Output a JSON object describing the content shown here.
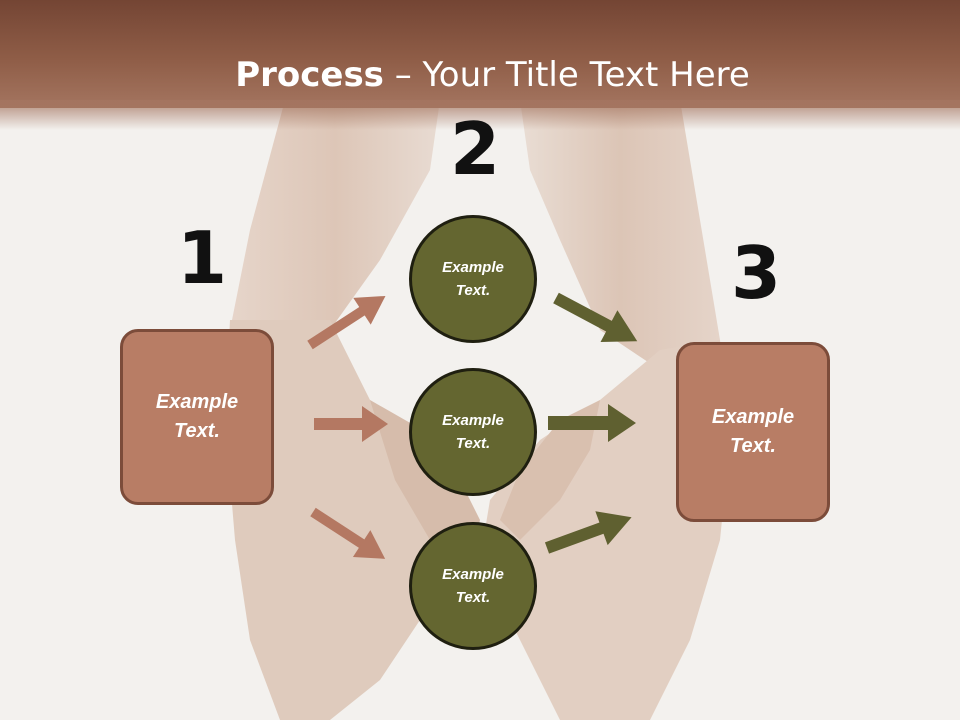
{
  "title": {
    "bold": "Process",
    "rest": " – Your Title Text Here"
  },
  "steps": [
    {
      "number": "1"
    },
    {
      "number": "2"
    },
    {
      "number": "3"
    }
  ],
  "left_box": {
    "text": "Example\nText."
  },
  "right_box": {
    "text": "Example\nText."
  },
  "circles": [
    {
      "text": "Example\nText."
    },
    {
      "text": "Example\nText."
    },
    {
      "text": "Example\nText."
    }
  ],
  "colors": {
    "header": "#8f5d47",
    "box_fill": "#b87d65",
    "circle_fill": "#646630",
    "arrow_left": "#b47862",
    "arrow_right": "#5f6030"
  }
}
